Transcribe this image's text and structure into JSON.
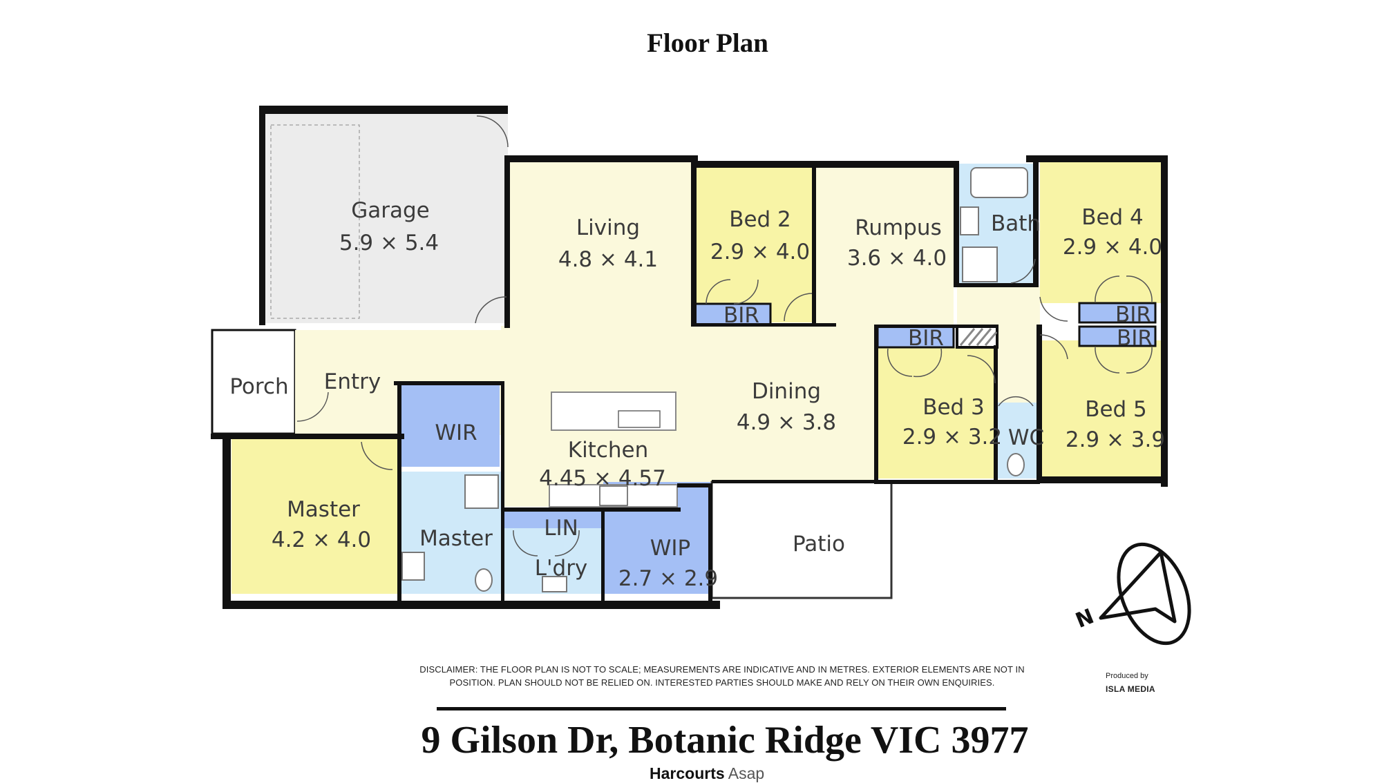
{
  "header": {
    "title": "Floor Plan"
  },
  "rooms": {
    "garage": {
      "name": "Garage",
      "dims": "5.9 × 5.4"
    },
    "living": {
      "name": "Living",
      "dims": "4.8 × 4.1"
    },
    "bed2": {
      "name": "Bed 2",
      "dims": "2.9 × 4.0"
    },
    "rumpus": {
      "name": "Rumpus",
      "dims": "3.6 × 4.0"
    },
    "bath": {
      "name": "Bath"
    },
    "bed4": {
      "name": "Bed 4",
      "dims": "2.9 × 4.0"
    },
    "porch": {
      "name": "Porch"
    },
    "entry": {
      "name": "Entry"
    },
    "wir": {
      "name": "WIR"
    },
    "kitchen": {
      "name": "Kitchen",
      "dims": "4.45 × 4.57"
    },
    "dining": {
      "name": "Dining",
      "dims": "4.9 × 3.8"
    },
    "bed3": {
      "name": "Bed 3",
      "dims": "2.9 × 3.2"
    },
    "wc": {
      "name": "WC"
    },
    "bed5": {
      "name": "Bed 5",
      "dims": "2.9 × 3.9"
    },
    "master": {
      "name": "Master",
      "dims": "4.2 × 4.0"
    },
    "ensuite": {
      "name": "Master"
    },
    "lin": {
      "name": "LIN"
    },
    "laundry": {
      "name": "L'dry"
    },
    "wip": {
      "name": "WIP",
      "dims": "2.7 × 2.9"
    },
    "patio": {
      "name": "Patio"
    },
    "bir": {
      "name": "BIR"
    }
  },
  "compass": {
    "north_label": "N"
  },
  "disclaimer": {
    "line1": "DISCLAIMER: THE FLOOR PLAN IS NOT TO SCALE; MEASUREMENTS ARE INDICATIVE AND IN METRES. EXTERIOR ELEMENTS ARE NOT IN",
    "line2": "POSITION. PLAN SHOULD NOT BE RELIED ON. INTERESTED PARTIES SHOULD MAKE AND RELY ON THEIR OWN ENQUIRIES."
  },
  "producer": {
    "label": "Produced by",
    "name": "ISLA MEDIA"
  },
  "footer": {
    "address": "9 Gilson Dr, Botanic Ridge VIC 3977",
    "brand": "Harcourts",
    "branch": "Asap"
  },
  "colors": {
    "bedroom": "#f8f4a6",
    "living": "#fbf9dc",
    "wet": "#cfe9f9",
    "storage": "#a4bff5",
    "garage": "#ececec",
    "wall": "#111111"
  }
}
